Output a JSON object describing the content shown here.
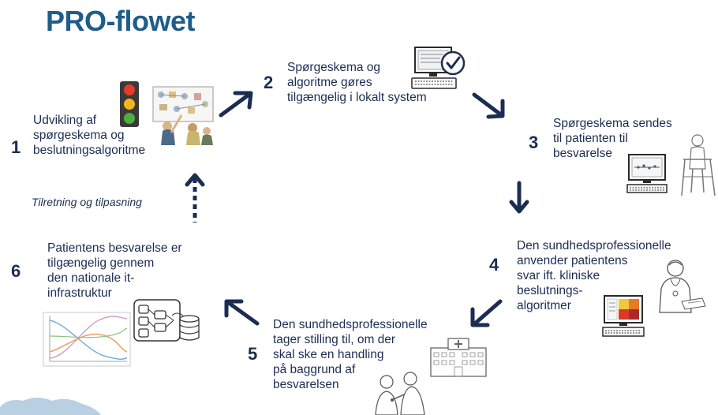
{
  "title": "PRO-flowet",
  "steps": [
    {
      "number": "1",
      "lines": [
        "Udvikling af",
        "spørgeskema og",
        "beslutningsalgoritme"
      ]
    },
    {
      "number": "2",
      "lines": [
        "Spørgeskema og",
        "algoritme gøres",
        "tilgængelig i lokalt system"
      ]
    },
    {
      "number": "3",
      "lines": [
        "Spørgeskema sendes",
        "til patienten til",
        "besvarelse"
      ]
    },
    {
      "number": "4",
      "lines": [
        "Den sundhedsprofessionelle",
        "anvender patientens",
        "svar ift. kliniske",
        "beslutnings-",
        "algoritmer"
      ]
    },
    {
      "number": "5",
      "lines": [
        "Den sundhedsprofessionelle",
        "tager stilling til, om der",
        "skal ske en handling",
        "på baggrund af",
        "besvarelsen"
      ]
    },
    {
      "number": "6",
      "lines": [
        "Patientens besvarelse er",
        "tilgængelig gennem",
        "den nationale it-",
        "infrastruktur"
      ]
    }
  ],
  "feedback_label": "Tilretning og tilpasning",
  "colors": {
    "title": "#1e5d8a",
    "arrow": "#1c2d52",
    "text": "#1c2d52"
  },
  "icons": [
    "traffic-light-icon",
    "workshop-sketch-icon",
    "computer-check-icon",
    "computer-chart-icon",
    "elderly-patient-icon",
    "doctor-icon",
    "computer-heatmap-icon",
    "hospital-icon",
    "doctor-patient-icon",
    "line-chart-icon",
    "flow-diagram-icon",
    "database-icon"
  ]
}
